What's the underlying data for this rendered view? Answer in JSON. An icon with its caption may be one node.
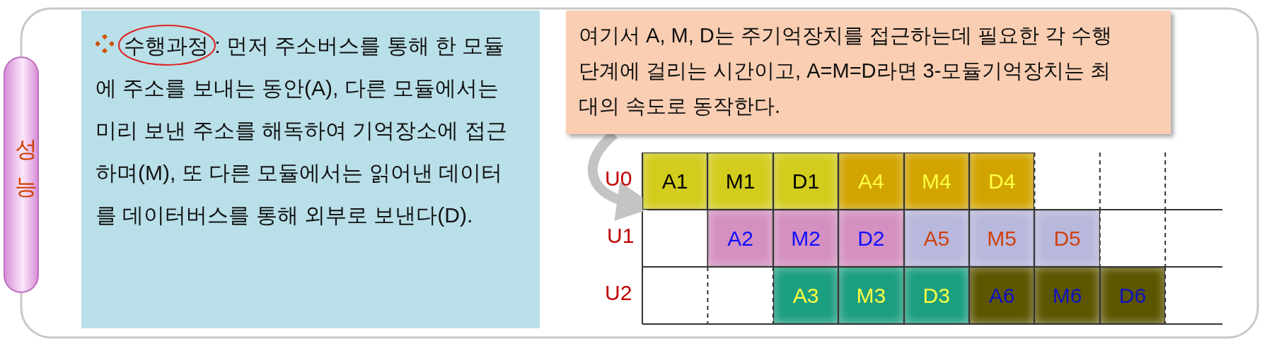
{
  "diagram": {
    "nodes": [
      {
        "text": [
          "성능"
        ]
      },
      {
        "text": [
          "수행과정 : 먼저 주소버스를 통해 한 모듈에 주소를 보내는 동안(A), 다른 모듈에서는 미리 보낸 주소를 해독하여 기억장소에 접근하며(M), 또 다른 모듈에서는 읽어낸 데이터를 데이터버스를 통해 외부로 보낸다(D)."
        ]
      },
      {
        "text": [
          "여기서 A, M, D는 주기억장치를 접근하는데 필요한 각 수행단계에 걸리는 시간이고, A=M=D라면 3-모듈기억장치는 최대의 속도로 동작한다."
        ]
      },
      {
        "text": [
          "A1"
        ]
      },
      {
        "text": [
          "M1"
        ]
      },
      {
        "text": [
          "D1"
        ]
      },
      {
        "text": [
          "A4"
        ]
      },
      {
        "text": [
          "M4"
        ]
      },
      {
        "text": [
          "D4"
        ]
      },
      {
        "text": [
          "A2"
        ]
      },
      {
        "text": [
          "M2"
        ]
      },
      {
        "text": [
          "D2"
        ]
      },
      {
        "text": [
          "A5"
        ]
      },
      {
        "text": [
          "M5"
        ]
      },
      {
        "text": [
          "D5"
        ]
      },
      {
        "text": [
          "A3"
        ]
      },
      {
        "text": [
          "M3"
        ]
      },
      {
        "text": [
          "D3"
        ]
      },
      {
        "text": [
          "A6"
        ]
      },
      {
        "text": [
          "M6"
        ]
      },
      {
        "text": [
          "D6"
        ]
      },
      {
        "text": [],
        "shape": "circle",
        "in": 1
      }
    ],
    "edges": [
      {
        "from": 2,
        "to": 3,
        "arrow": "to",
        "color": "#c4c4c4"
      }
    ],
    "labels": [
      "U0",
      "U1",
      "U2"
    ]
  }
}
